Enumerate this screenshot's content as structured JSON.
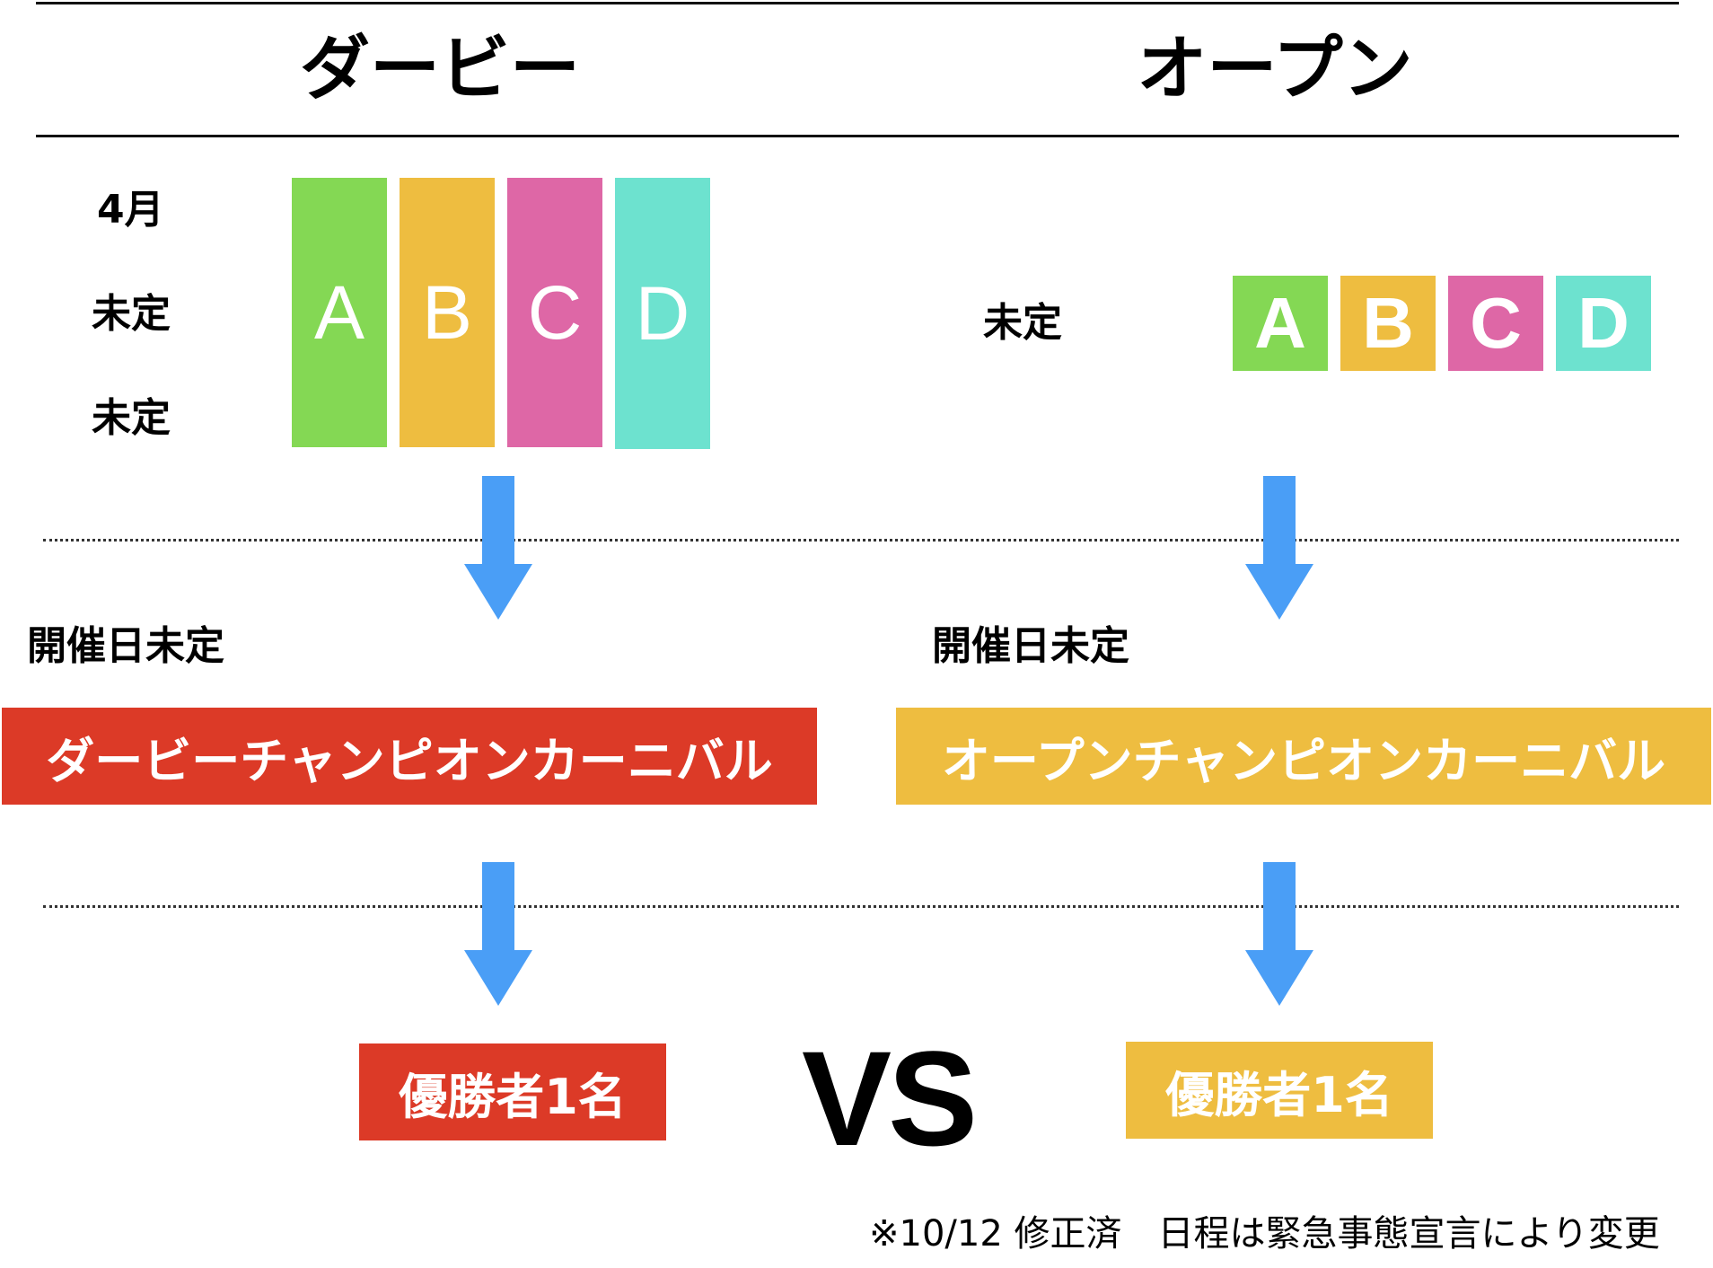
{
  "colors": {
    "A": "#84d854",
    "B": "#eebd40",
    "C": "#de67a6",
    "D": "#6de2cf",
    "derby_red": "#dc3a27",
    "open_yellow": "#eebd40",
    "arrow_blue": "#4a9ef6"
  },
  "derby": {
    "title": "ダービー",
    "schedule": [
      "4月",
      "未定",
      "未定"
    ],
    "groups": [
      "A",
      "B",
      "C",
      "D"
    ],
    "date_label": "開催日未定",
    "carnival": "ダービーチャンピオンカーニバル",
    "winner": "優勝者1名"
  },
  "open": {
    "title": "オープン",
    "schedule": "未定",
    "groups": [
      "A",
      "B",
      "C",
      "D"
    ],
    "date_label": "開催日未定",
    "carnival": "オープンチャンピオンカーニバル",
    "winner": "優勝者1名"
  },
  "vs_label": "VS",
  "footnote": "※10/12 修正済　日程は緊急事態宣言により変更"
}
